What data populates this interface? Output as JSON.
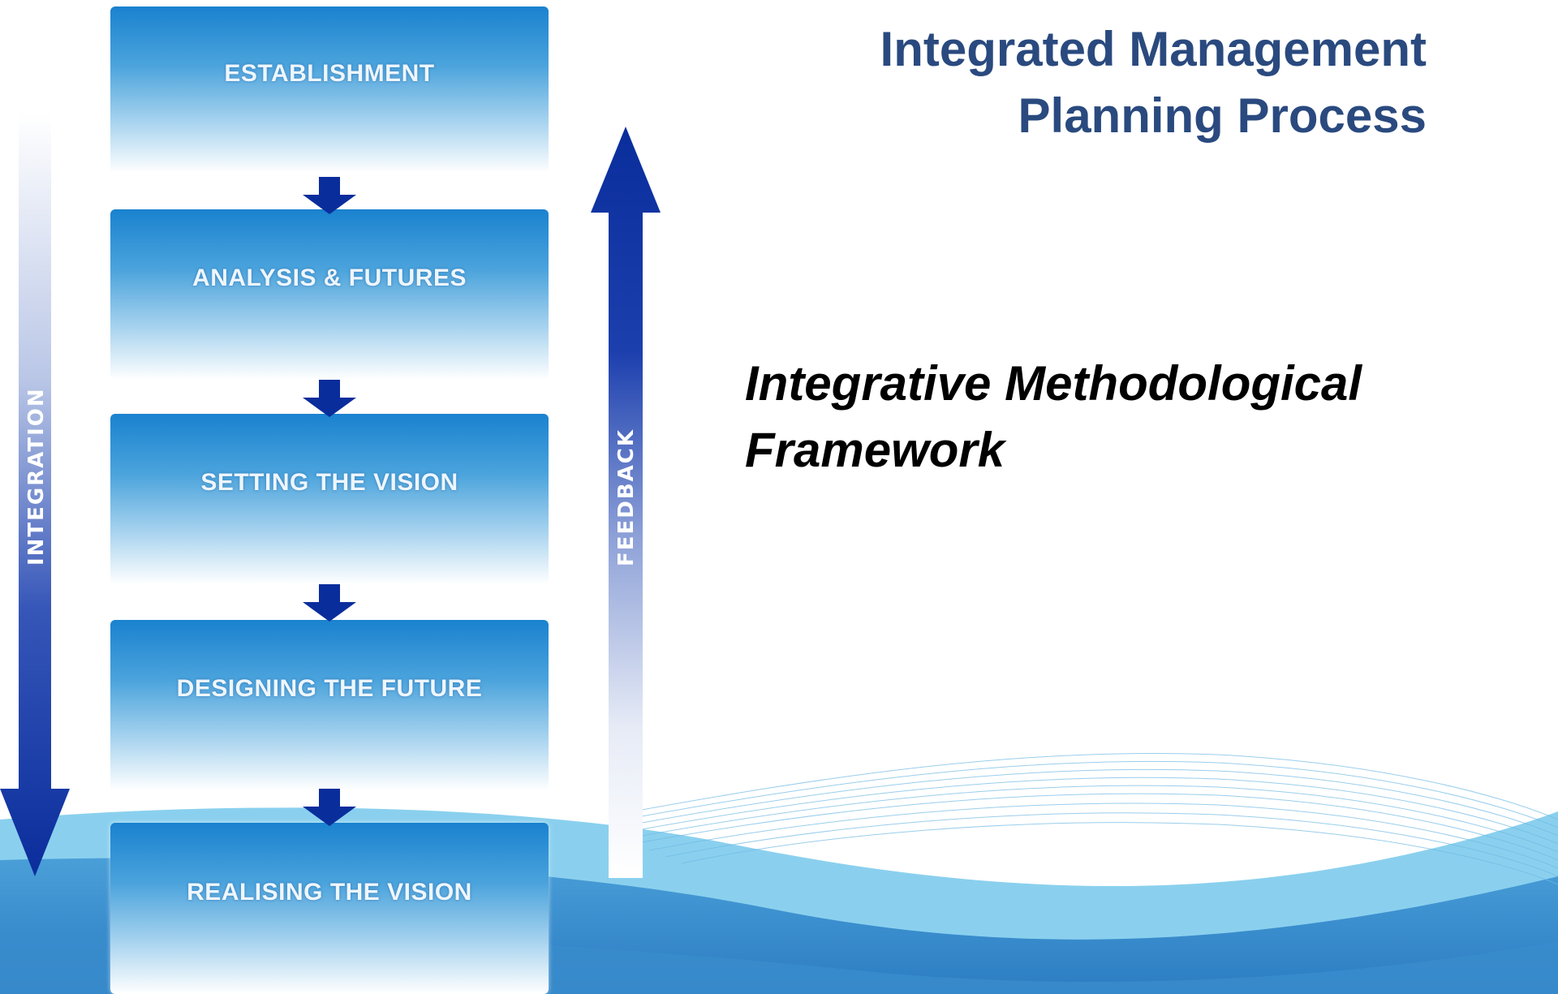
{
  "title_line1": "Integrated Management",
  "title_line2": "Planning Process",
  "subtitle_line1": "Integrative Methodological",
  "subtitle_line2": "Framework",
  "stages": [
    "ESTABLISHMENT",
    "ANALYSIS & FUTURES",
    "SETTING THE VISION",
    "DESIGNING THE FUTURE",
    "REALISING THE VISION"
  ],
  "left_arrow_label": "INTEGRATION",
  "right_arrow_label": "FEEDBACK",
  "colors": {
    "title": "#2a4a7f",
    "arrow_dark": "#0a2d9c",
    "stage_top": "#1a82cf",
    "wave_light": "#8dd0ee",
    "wave_dark": "#2f84c8"
  }
}
